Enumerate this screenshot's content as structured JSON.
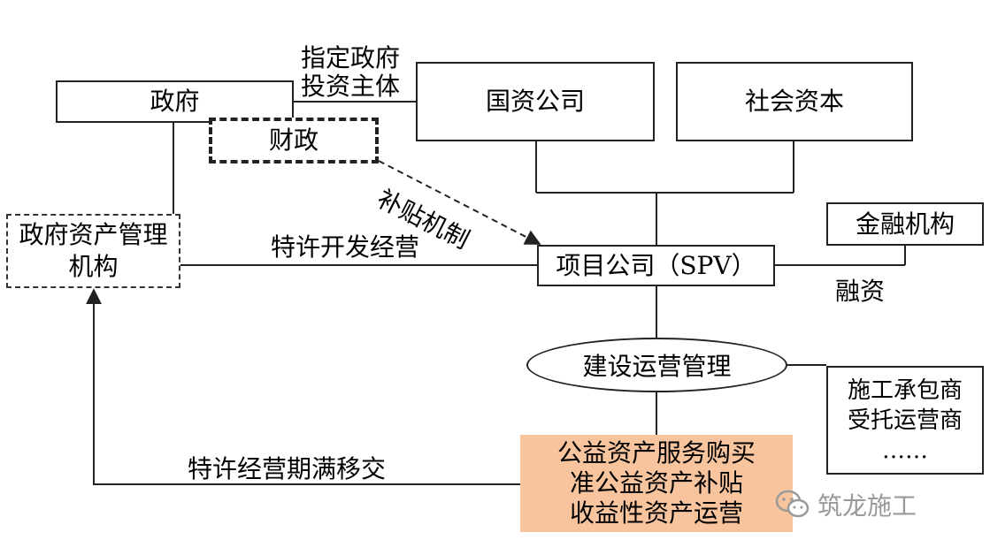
{
  "nodes": {
    "government": "政府",
    "finance": "财政",
    "state_assets": "国资公司",
    "social_capital": "社会资本",
    "gov_asset_agency": [
      "政府资产管理",
      "机构"
    ],
    "financial_institution": "金融机构",
    "spv": "项目公司（SPV）",
    "construction_mgmt": "建设运营管理",
    "contractors": [
      "施工承包商",
      "受托运营商",
      "……"
    ],
    "services": [
      "公益资产服务购买",
      "准公益资产补贴",
      "收益性资产运营"
    ]
  },
  "labels": {
    "designate_investor": [
      "指定政府",
      "投资主体"
    ],
    "subsidy": "补贴机制",
    "franchise": "特许开发经营",
    "financing": "融资",
    "transfer": "特许经营期满移交"
  },
  "watermark": "筑龙施工",
  "colors": {
    "line": "#222222",
    "services_fill": "#f8c49e",
    "watermark": "#9a9a9a"
  }
}
